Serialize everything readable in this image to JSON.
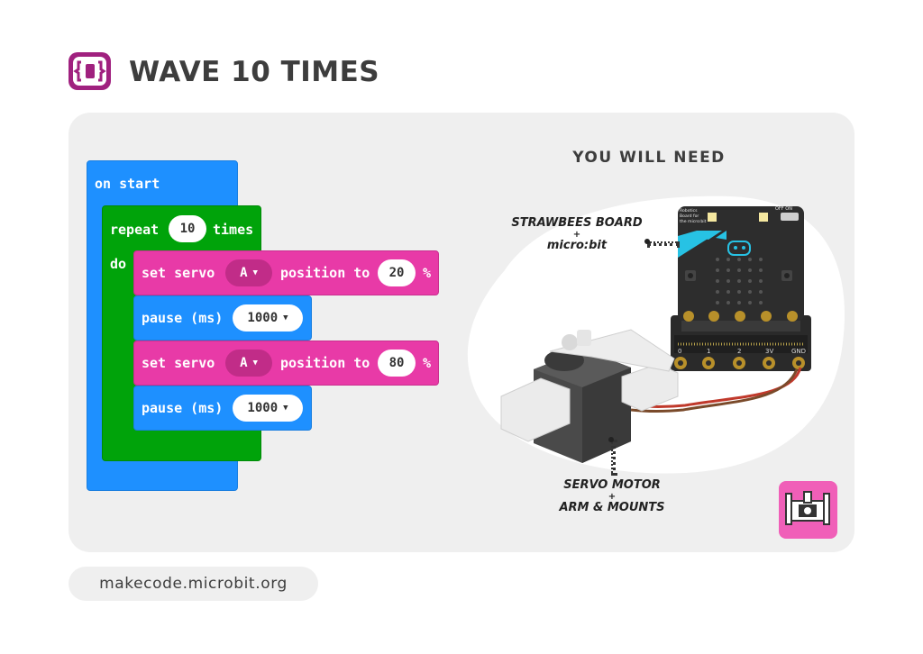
{
  "header": {
    "title": "WAVE 10 TIMES"
  },
  "code": {
    "on_start": "on start",
    "repeat_label": "repeat",
    "repeat_count": "10",
    "times_label": "times",
    "do_label": "do",
    "steps": [
      {
        "kind": "servo",
        "label": "set servo",
        "servo": "A",
        "mid": "position to",
        "value": "20",
        "unit": "%"
      },
      {
        "kind": "pause",
        "label": "pause (ms)",
        "value": "1000"
      },
      {
        "kind": "servo",
        "label": "set servo",
        "servo": "A",
        "mid": "position to",
        "value": "80",
        "unit": "%"
      },
      {
        "kind": "pause",
        "label": "pause (ms)",
        "value": "1000"
      }
    ]
  },
  "need": {
    "title": "YOU WILL NEED",
    "board_line1": "STRAWBEES BOARD",
    "board_plus": "+",
    "board_line2": "micro:bit",
    "servo_line1": "SERVO MOTOR",
    "servo_plus": "+",
    "servo_line2": "ARM & MOUNTS"
  },
  "board": {
    "label_small": "Robotics Board for the micro:bit",
    "switch_label": "OFF ON",
    "pins": [
      "0",
      "1",
      "2",
      "3V",
      "GND"
    ]
  },
  "footer": {
    "url": "makecode.microbit.org"
  },
  "colors": {
    "block_blue": "#1e90ff",
    "block_green": "#00a30a",
    "block_pink": "#e83aa7",
    "brand_purple": "#a0217f",
    "badge_pink": "#f05fb8"
  }
}
